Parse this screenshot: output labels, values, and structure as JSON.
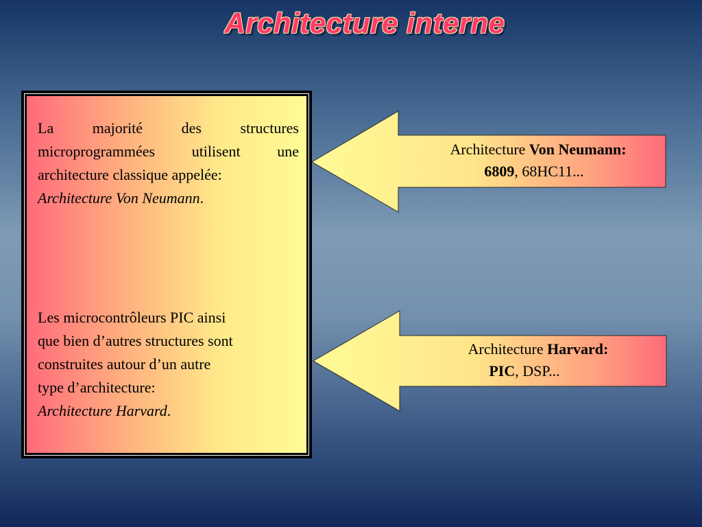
{
  "slide": {
    "title": "Architecture interne"
  },
  "left_panel": {
    "para1": {
      "text": "La majorité des structures microprogrammées utilisent une architecture classique appelée:",
      "emphasis": "Architecture Von Neumann",
      "tail": "."
    },
    "para2": {
      "line1": "Les microcontrôleurs PIC ainsi",
      "line2": "que bien d’autres structures sont",
      "line3": "construites autour d’un autre",
      "line4": "type d’architecture:",
      "emphasis": "Architecture Harvard",
      "tail": "."
    }
  },
  "arrow_von_neumann": {
    "prefix": "Architecture ",
    "bold_name": "Von Neumann:",
    "bold_example": "6809",
    "examples_rest": ", 68HC11..."
  },
  "arrow_harvard": {
    "prefix": "Architecture ",
    "bold_name": "Harvard:",
    "bold_example": "PIC",
    "examples_rest": ", DSP..."
  },
  "colors": {
    "gradient_left": "#ff6b7a",
    "gradient_right": "#fffb96",
    "title_color": "#ff3b6b"
  }
}
